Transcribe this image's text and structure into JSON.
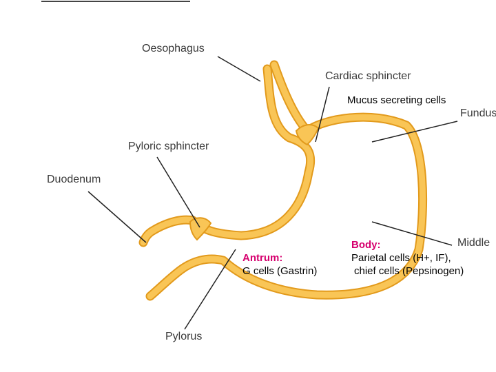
{
  "colors": {
    "tissue_fill": "#f9c556",
    "tissue_outline": "#e29a1c",
    "leader": "#222222",
    "label_text": "#3a3a3a",
    "accent": "#d6006e"
  },
  "header": {
    "title": "Anatomy of the stomach"
  },
  "labels": {
    "oesophagus": "Oesophagus",
    "cardiac_sphincter": "Cardiac sphincter",
    "fundus": "Fundus",
    "pyloric_sphincter": "Pyloric sphincter",
    "duodenum": "Duodenum",
    "middle": "Middle",
    "pylorus": "Pylorus"
  },
  "annotations": {
    "mucus": "Mucus secreting cells",
    "antrum": {
      "title": "Antrum:",
      "line1": "G cells (Gastrin)"
    },
    "body": {
      "title": "Body:",
      "line1": "Parietal cells (H+, IF),",
      "line2": "chief cells (Pepsinogen)"
    }
  }
}
